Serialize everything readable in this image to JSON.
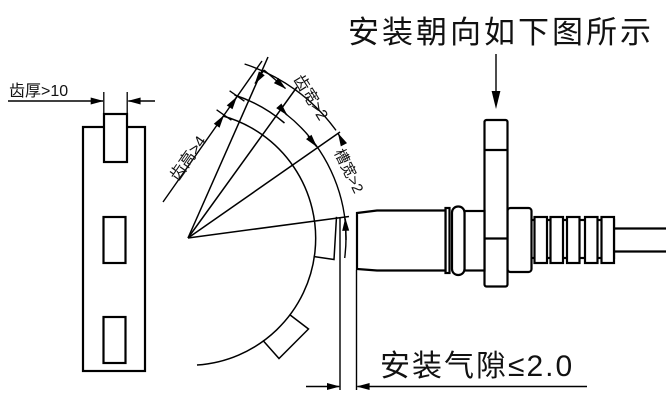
{
  "drawing": {
    "orientation_note": "安装朝向如下图所示",
    "labels": {
      "tooth_thickness": "齿厚>10",
      "tooth_height": "齿高>4",
      "tooth_width": "齿宽>2",
      "slot_width": "槽宽>2",
      "air_gap": "安装气隙≤2.0"
    },
    "colors": {
      "line": "#000000",
      "background": "#ffffff"
    }
  }
}
